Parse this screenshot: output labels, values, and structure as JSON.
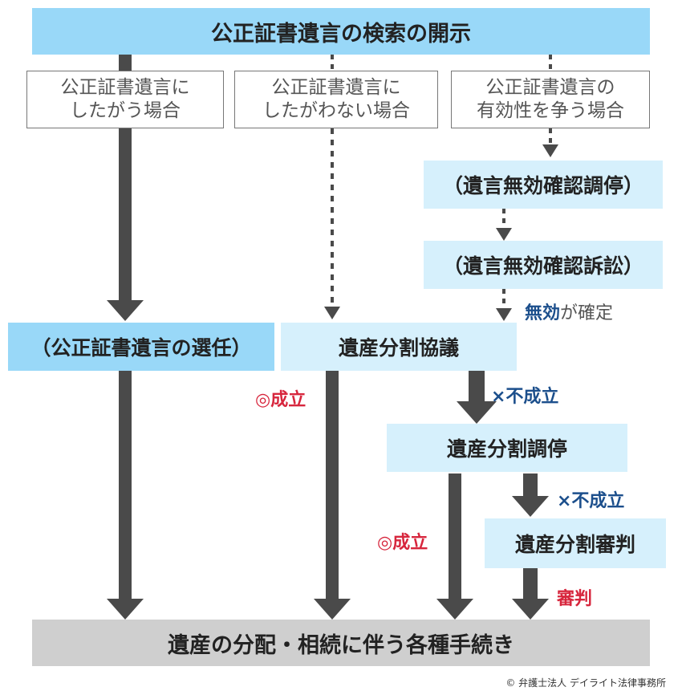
{
  "top": "公正証書遺言の検索の開示",
  "cases": {
    "follow": [
      "公正証書遺言に",
      "したがう場合"
    ],
    "not_follow": [
      "公正証書遺言に",
      "したがわない場合"
    ],
    "dispute": [
      "公正証書遺言の",
      "有効性を争う場合"
    ]
  },
  "steps": {
    "mediation_invalid": "（遺言無効確認調停）",
    "lawsuit_invalid": "（遺言無効確認訴訟）",
    "invalid_confirmed_1": "無効",
    "invalid_confirmed_2": "が確定",
    "selection": "（公正証書遺言の選任）",
    "division_consult": "遺産分割協議",
    "success_1": "◎成立",
    "fail_1": "×不成立",
    "division_mediation": "遺産分割調停",
    "fail_2": "×不成立",
    "success_2": "◎成立",
    "division_judgment": "遺産分割審判",
    "judgment": "審判"
  },
  "final": "遺産の分配・相続に伴う各種手続き",
  "footer": "© 弁護士法人 デイライト法律事務所",
  "colors": {
    "title_bg": "#99d8f8",
    "light_bg": "#d6f0fc",
    "final_bg": "#cfcfcf",
    "arrow": "#4a4a4a",
    "success_red": "#d7263d",
    "fail_navy": "#1c4f8c"
  }
}
